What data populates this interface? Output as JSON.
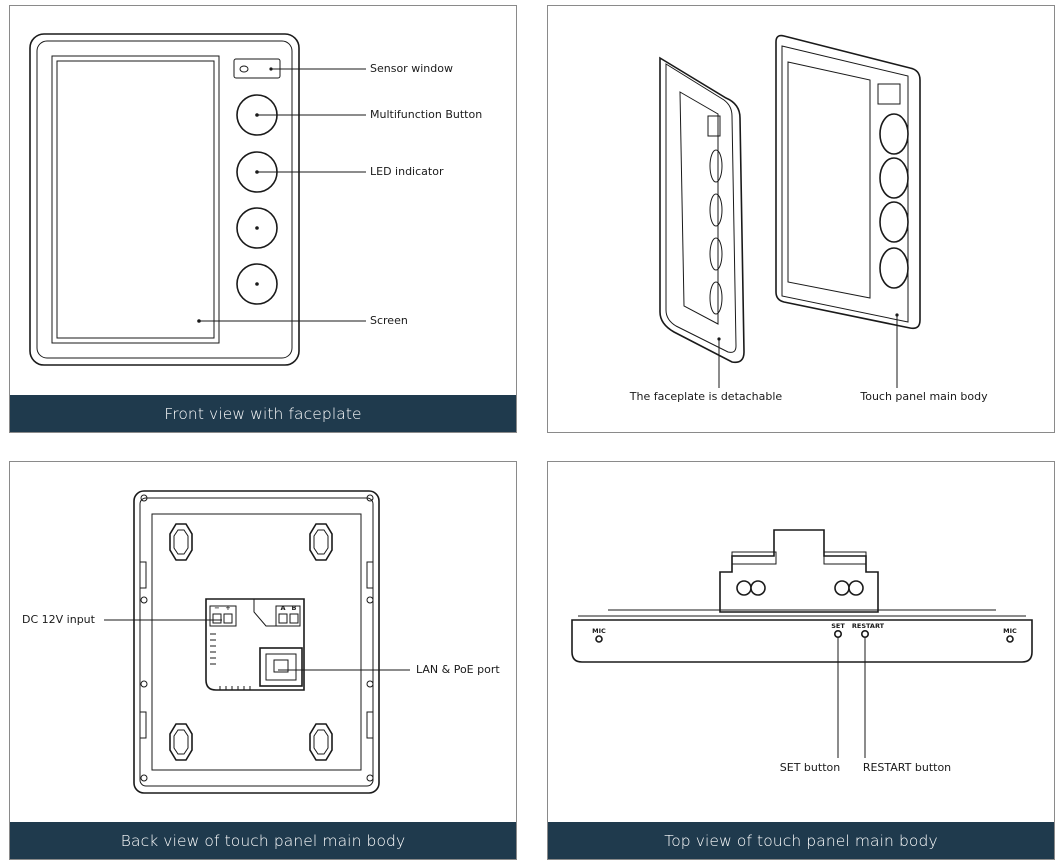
{
  "panels": {
    "front": {
      "caption": "Front view with faceplate",
      "callouts": {
        "sensor_window": "Sensor window",
        "multifunction_button": "Multifunction Button",
        "led_indicator": "LED indicator",
        "screen": "Screen"
      }
    },
    "side": {
      "callouts": {
        "faceplate": "The faceplate is detachable",
        "main_body": "Touch panel main body"
      }
    },
    "back": {
      "caption": "Back view of touch panel main body",
      "callouts": {
        "dc_input": "DC 12V input",
        "lan_port": "LAN & PoE port"
      },
      "marks": {
        "minus": "−",
        "plus": "+",
        "a": "A",
        "b": "B"
      }
    },
    "top": {
      "caption": "Top view of touch panel main body",
      "callouts": {
        "set_button": "SET button",
        "restart_button": "RESTART button"
      },
      "marks": {
        "set": "SET",
        "restart": "RESTART",
        "mic_left": "MIC",
        "mic_right": "MIC"
      }
    }
  },
  "colors": {
    "caption_bg": "#1f3a4d",
    "line": "#1a1a1a"
  }
}
